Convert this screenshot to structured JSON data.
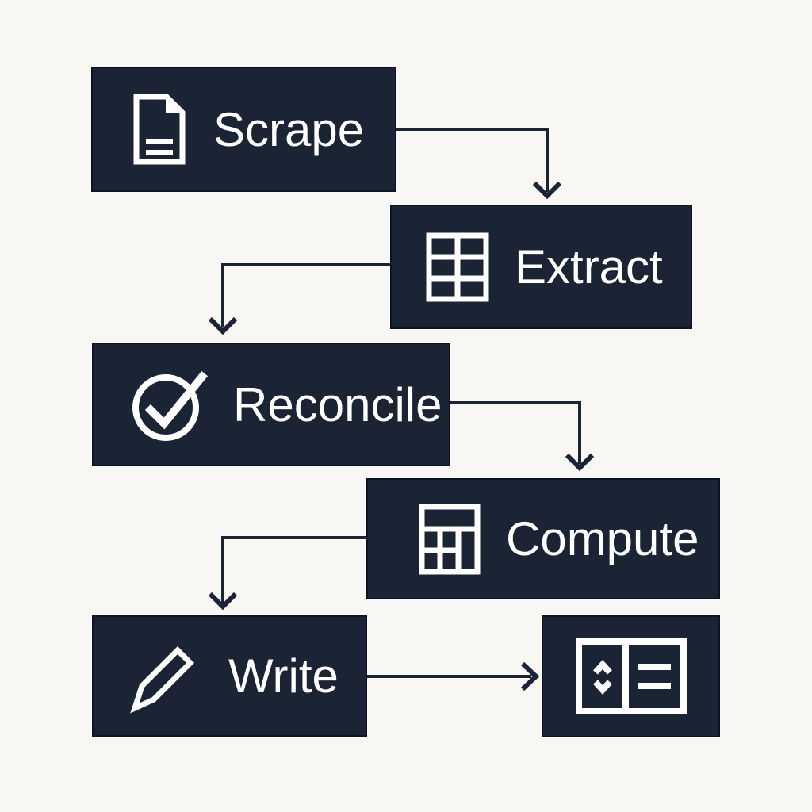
{
  "diagram": {
    "title": "data pipeline flowchart",
    "colors": {
      "background": "#f8f7f4",
      "node_fill": "#1b2434",
      "node_border": "#0c1322",
      "text": "#ffffff",
      "arrow": "#1b2434"
    },
    "nodes": [
      {
        "id": "scrape",
        "label": "Scrape",
        "icon": "document-icon"
      },
      {
        "id": "extract",
        "label": "Extract",
        "icon": "table-icon"
      },
      {
        "id": "reconcile",
        "label": "Reconcile",
        "icon": "check-circle-icon"
      },
      {
        "id": "compute",
        "label": "Compute",
        "icon": "calculator-icon"
      },
      {
        "id": "write",
        "label": "Write",
        "icon": "pencil-icon"
      },
      {
        "id": "output",
        "label": "",
        "icon": "report-icon"
      }
    ],
    "edges": [
      {
        "from": "Scrape",
        "to": "Extract"
      },
      {
        "from": "Extract",
        "to": "Reconcile"
      },
      {
        "from": "Reconcile",
        "to": "Compute"
      },
      {
        "from": "Compute",
        "to": "Write"
      },
      {
        "from": "Write",
        "to": "output"
      }
    ]
  }
}
